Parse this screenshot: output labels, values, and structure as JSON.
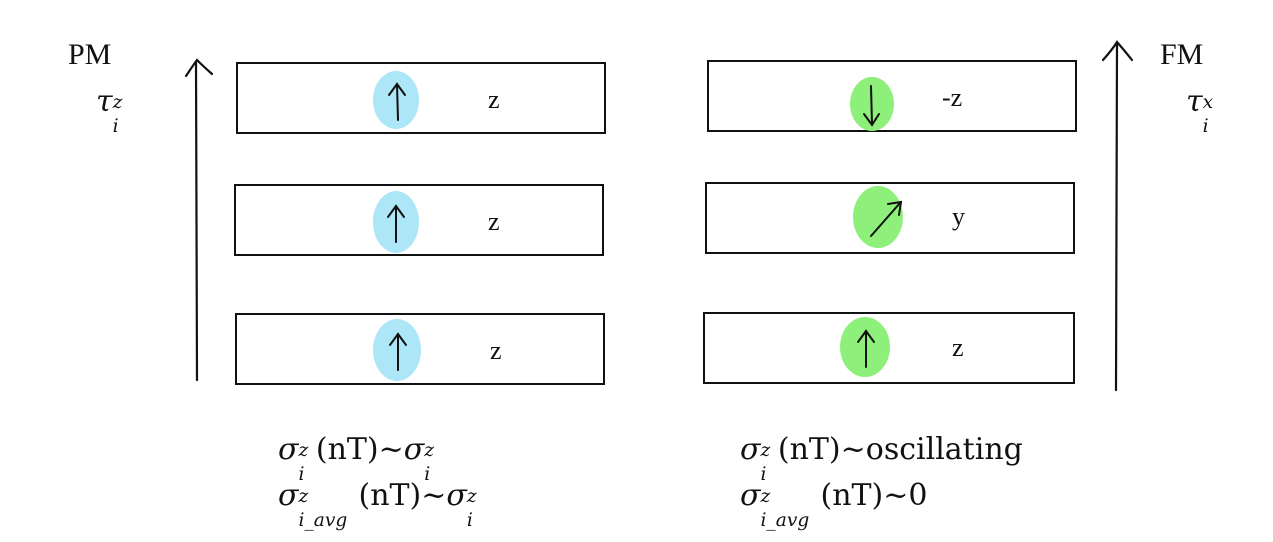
{
  "left_panel": {
    "phase_label": "PM",
    "tau_base": "τ",
    "tau_sub": "i",
    "tau_sup": "z",
    "dot_color": "#ace6f7",
    "layers": [
      {
        "direction_label": "z",
        "spin": "up"
      },
      {
        "direction_label": "z",
        "spin": "up"
      },
      {
        "direction_label": "z",
        "spin": "up"
      }
    ],
    "formula_line1": {
      "a_base": "σ",
      "a_sub": "i",
      "a_sup": "z",
      "mid": "(nT)~",
      "b_base": "σ",
      "b_sub": "i",
      "b_sup": "z"
    },
    "formula_line2": {
      "a_base": "σ",
      "a_sub": "i_avg",
      "a_sup": "z",
      "mid": "(nT)~",
      "b_base": "σ",
      "b_sub": "i",
      "b_sup": "z"
    }
  },
  "right_panel": {
    "phase_label": "FM",
    "tau_base": "τ",
    "tau_sub": "i",
    "tau_sup": "x",
    "dot_color": "#8ef07a",
    "layers": [
      {
        "direction_label": "-z",
        "spin": "down"
      },
      {
        "direction_label": "y",
        "spin": "diagonal"
      },
      {
        "direction_label": "z",
        "spin": "up"
      }
    ],
    "formula_line1": {
      "a_base": "σ",
      "a_sub": "i",
      "a_sup": "z",
      "mid": "(nT)~oscillating"
    },
    "formula_line2": {
      "a_base": "σ",
      "a_sub": "i_avg",
      "a_sup": "z",
      "mid": "(nT)~0"
    }
  }
}
